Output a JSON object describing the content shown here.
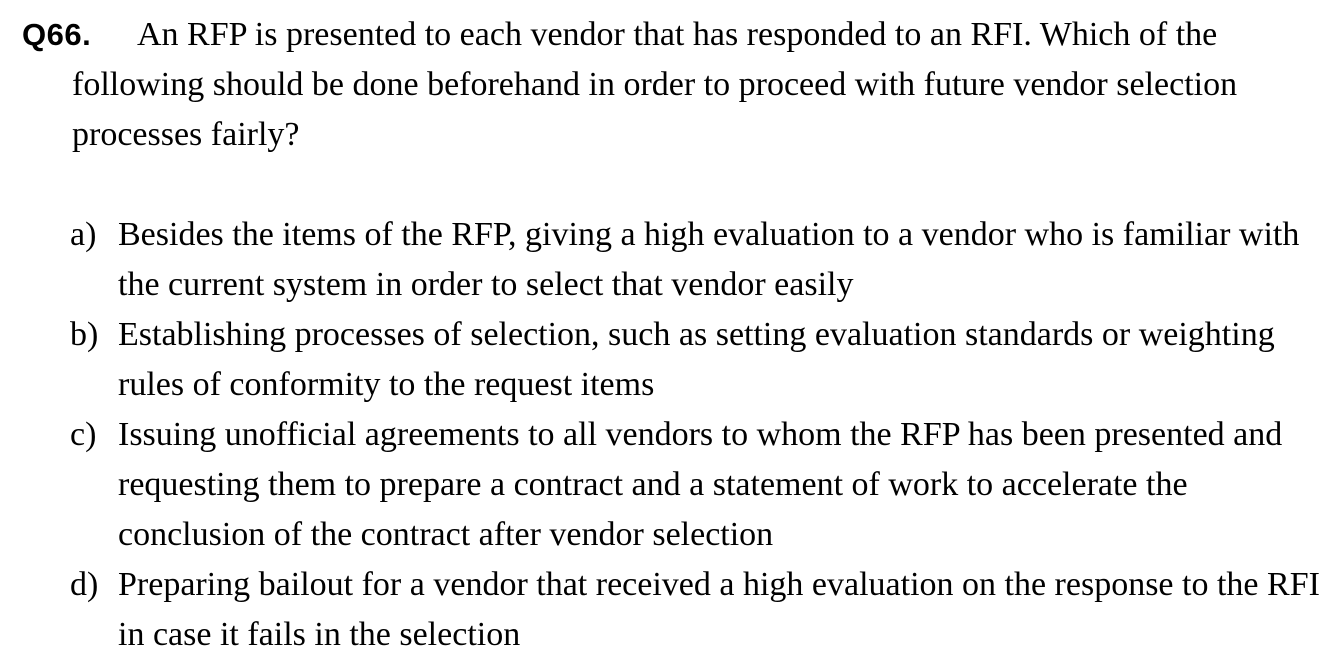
{
  "page": {
    "background_color": "#ffffff",
    "text_color": "#000000"
  },
  "question": {
    "number": "Q66.",
    "text": "An RFP is presented to each vendor that has responded to an RFI. Which of the following should be done beforehand in order to proceed with future vendor selection processes fairly?"
  },
  "options": [
    {
      "letter": "a)",
      "text": "Besides the items of the RFP, giving a high evaluation to a vendor who is familiar with the current system in order to select that vendor easily"
    },
    {
      "letter": "b)",
      "text": "Establishing processes of selection, such as setting evaluation standards or weighting rules of conformity to the request items"
    },
    {
      "letter": "c)",
      "text": "Issuing unofficial agreements to all vendors to whom the RFP has been presented and requesting them to prepare a contract and a statement of work to accelerate the conclusion of the contract after vendor selection"
    },
    {
      "letter": "d)",
      "text": "Preparing bailout for a vendor that received a high evaluation on the response to the RFI in case it fails in the selection"
    }
  ]
}
